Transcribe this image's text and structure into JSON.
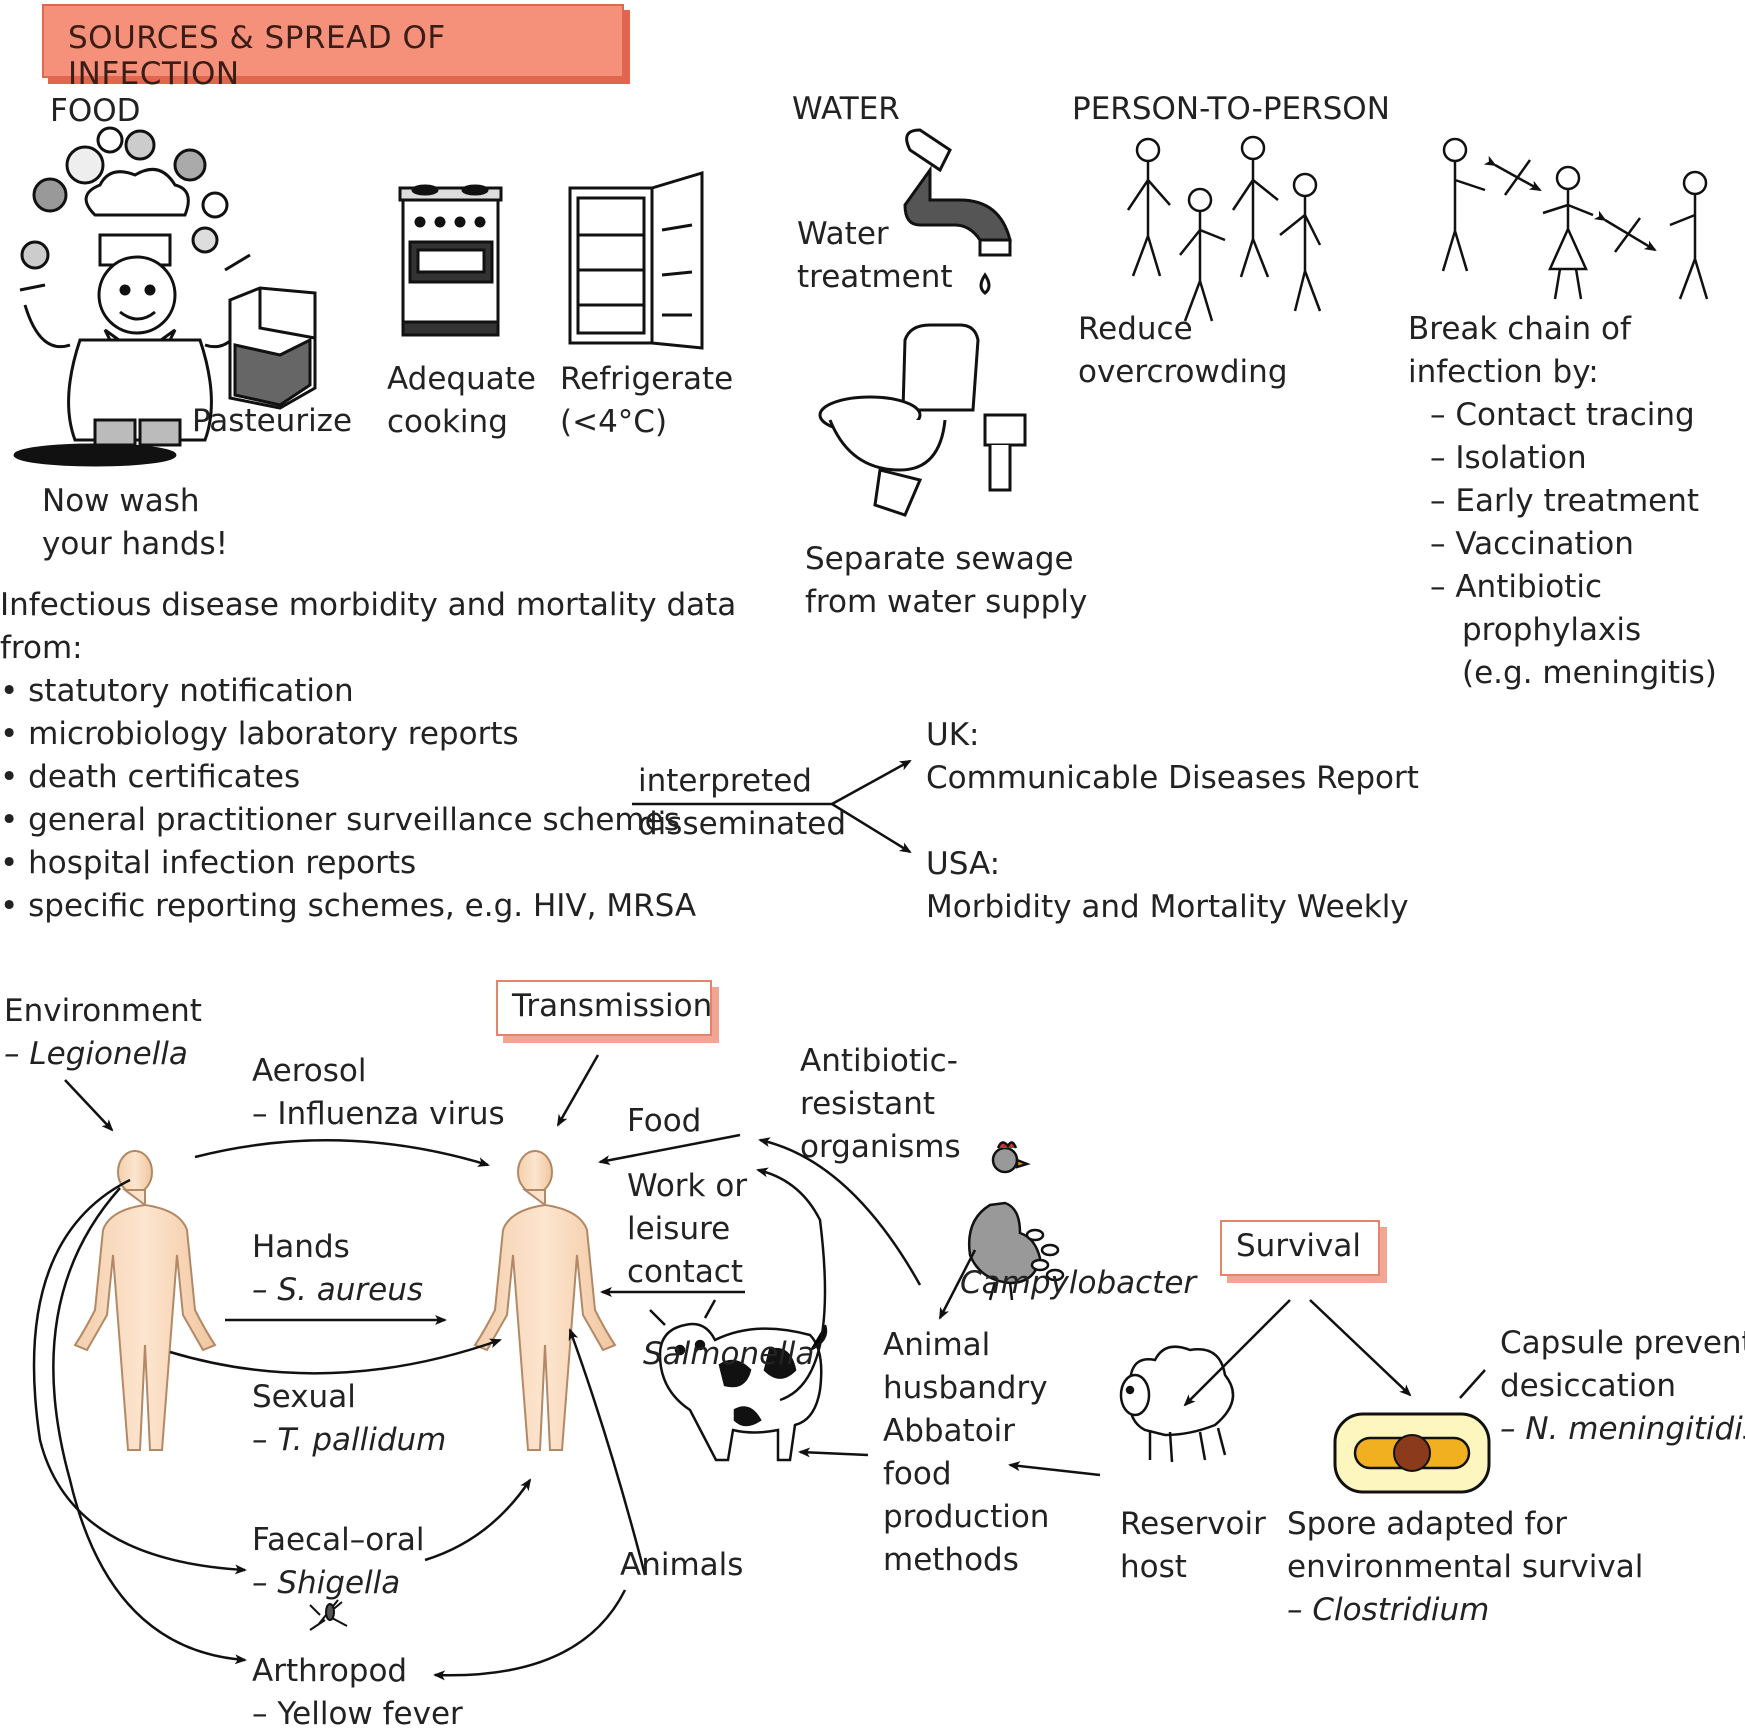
{
  "header": {
    "title": "SOURCES & SPREAD OF INFECTION",
    "color": "#f5917a"
  },
  "food": {
    "heading": "FOOD",
    "pasteurize": "Pasteurize",
    "cooking": [
      "Adequate",
      "cooking"
    ],
    "refrigerate": [
      "Refrigerate",
      "(<4°C)"
    ],
    "wash": [
      "Now wash",
      "your hands!"
    ]
  },
  "water": {
    "heading": "WATER",
    "treatment": [
      "Water",
      "treatment"
    ],
    "sewage": [
      "Separate sewage",
      "from water supply"
    ]
  },
  "person": {
    "heading": "PERSON-TO-PERSON",
    "overcrowding": [
      "Reduce",
      "overcrowding"
    ],
    "chain_title": [
      "Break chain of",
      "infection by:"
    ],
    "chain_items": [
      "– Contact tracing",
      "– Isolation",
      "– Early treatment",
      "– Vaccination",
      "– Antibiotic"
    ],
    "chain_cont": [
      "prophylaxis",
      "(e.g. meningitis)"
    ]
  },
  "data_sources": {
    "intro": [
      "Infectious disease morbidity and mortality data",
      "from:"
    ],
    "items": [
      "• statutory notification",
      "• microbiology laboratory reports",
      "• death certificates",
      "• general practitioner surveillance schemes",
      "• hospital infection reports",
      "• specific reporting schemes, e.g. HIV, MRSA"
    ],
    "interpreted": "interpreted",
    "disseminated": "disseminated",
    "uk_label": "UK:",
    "uk_report": "Communicable Diseases Report",
    "usa_label": "USA:",
    "usa_report": "Morbidity and Mortality Weekly"
  },
  "transmission": {
    "title": "Transmission",
    "environment": "Environment",
    "legionella": "– Legionella",
    "aerosol": "Aerosol",
    "influenza": "– Influenza virus",
    "hands": "Hands",
    "saureus": "– S. aureus",
    "sexual": "Sexual",
    "tpallidum": "– T. pallidum",
    "faecal": "Faecal–oral",
    "shigella": "– Shigella",
    "arthropod": "Arthropod",
    "yellow_fever": "– Yellow fever",
    "food": "Food",
    "work": [
      "Work or",
      "leisure",
      "contact"
    ],
    "antibiotic": [
      "Antibiotic-",
      "resistant",
      "organisms"
    ],
    "salmonella": "Salmonella",
    "campylobacter": "Campylobacter",
    "animals": "Animals",
    "husbandry": [
      "Animal",
      "husbandry",
      "Abbatoir",
      "food",
      "production",
      "methods"
    ]
  },
  "survival": {
    "title": "Survival",
    "capsule": [
      "Capsule prevents",
      "desiccation"
    ],
    "meningitidis": "– N. meningitidis",
    "reservoir": [
      "Reservoir",
      "host"
    ],
    "spore": [
      "Spore adapted for",
      "environmental survival"
    ],
    "clostridium": "– Clostridium"
  }
}
